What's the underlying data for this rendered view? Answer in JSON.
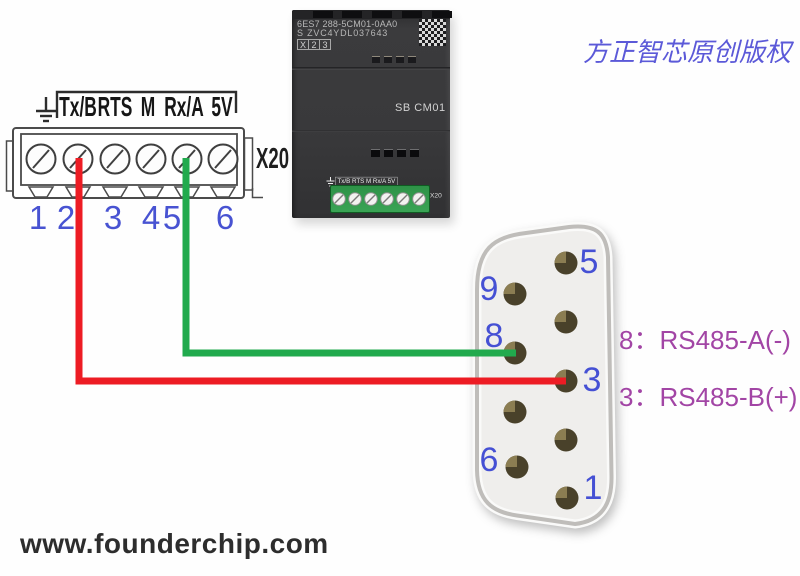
{
  "watermark": {
    "text": "方正智芯原创版权",
    "color": "#5b59d8"
  },
  "website": {
    "text": "www.founderchip.com"
  },
  "terminal_block": {
    "x20": "X20",
    "labels": [
      "Tx/B",
      "RTS",
      "M",
      "Rx/A",
      "5V"
    ],
    "numbers": [
      "1",
      "2",
      "3",
      "4",
      "5",
      "6"
    ],
    "number_color": "#4853d2"
  },
  "module": {
    "order_number": "6ES7 288-5CM01-0AA0",
    "serial": "S ZVC4YDL037643",
    "version_cells": [
      "X",
      "2",
      "3"
    ],
    "model": "SB CM01",
    "terminal_labels": "Tx/B RTS  M  Rx/A 5V",
    "x20": "X20"
  },
  "db9": {
    "pin_labels": [
      "5",
      "9",
      "8",
      "3",
      "6",
      "1"
    ],
    "label_color": "#4550d4"
  },
  "annotations": {
    "line1": "8：RS485-A(-)",
    "line2": "3：RS485-B(+)",
    "color": "#a245a5"
  },
  "wires": {
    "red": "#ed1c24",
    "green": "#21aa4d"
  }
}
